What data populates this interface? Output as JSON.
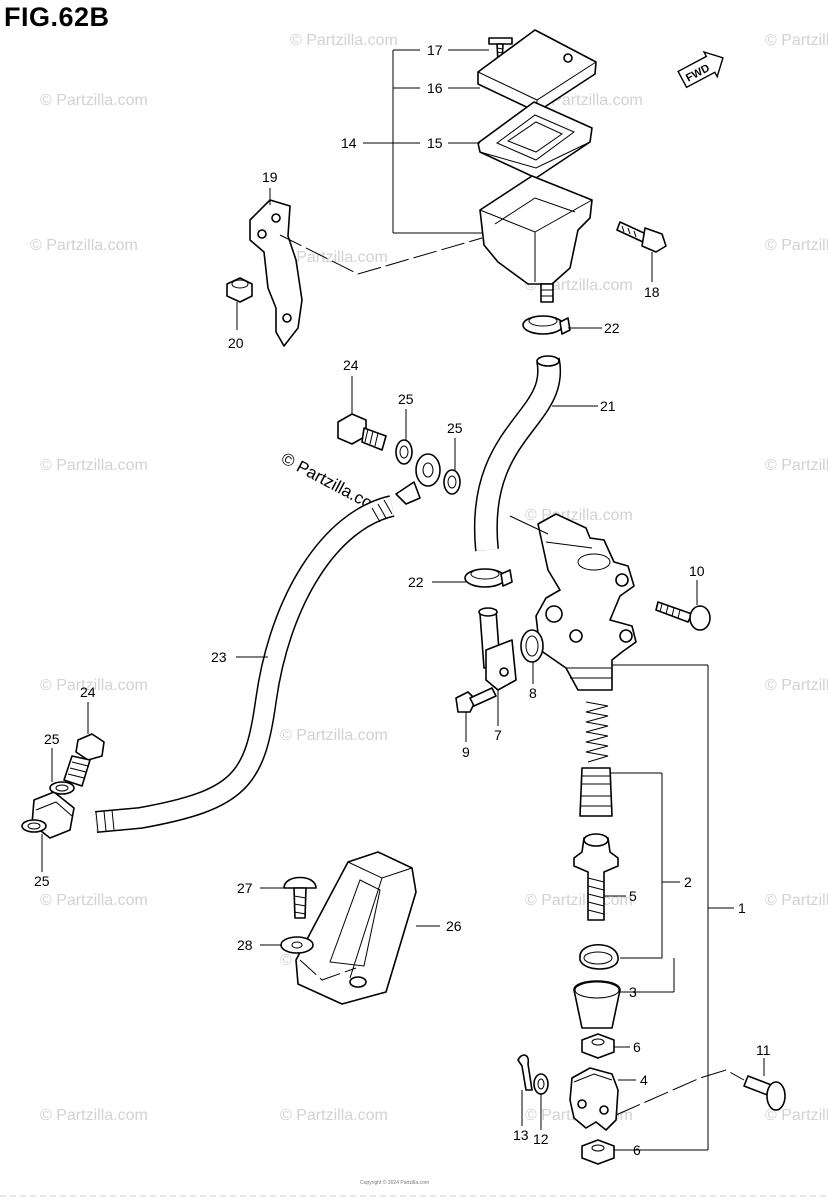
{
  "figure": {
    "title": "FIG.62B"
  },
  "fwd_label": "FWD",
  "brand": "© Partzilla.com",
  "watermark": "© Partzilla.com",
  "footer": "Copyright © 2024 Partzilla.com",
  "callouts": {
    "c1": "1",
    "c2": "2",
    "c3": "3",
    "c4": "4",
    "c5": "5",
    "c6a": "6",
    "c6b": "6",
    "c7": "7",
    "c8": "8",
    "c9": "9",
    "c10": "10",
    "c11": "11",
    "c12": "12",
    "c13": "13",
    "c14": "14",
    "c15": "15",
    "c16": "16",
    "c17": "17",
    "c18": "18",
    "c19": "19",
    "c20": "20",
    "c21": "21",
    "c22a": "22",
    "c22b": "22",
    "c23": "23",
    "c24a": "24",
    "c24b": "24",
    "c25a": "25",
    "c25b": "25",
    "c25c": "25",
    "c25d": "25",
    "c26": "26",
    "c27": "27",
    "c28": "28"
  }
}
